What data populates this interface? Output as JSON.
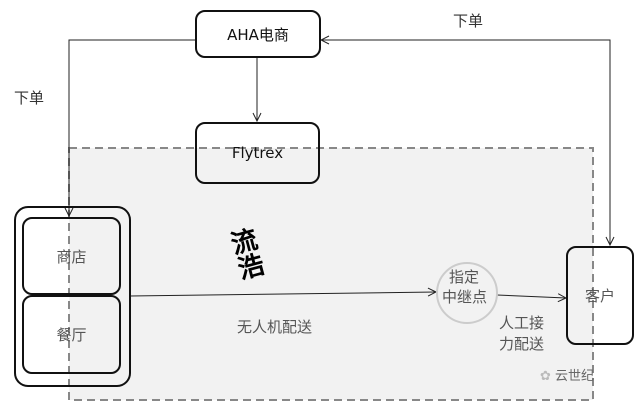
{
  "nodes": {
    "aha": "AHA电商",
    "flytrex": "Flytrex",
    "store": "商店",
    "restaurant": "餐厅",
    "relay_line1": "指定",
    "relay_line2": "中继点",
    "customer": "客户"
  },
  "labels": {
    "order_left": "下单",
    "order_right": "下单",
    "drone_delivery": "无人机配送",
    "manual_line1": "人工接",
    "manual_line2": "力配送",
    "calligraphy": "流浩"
  },
  "watermark": {
    "text": "云世纪"
  }
}
